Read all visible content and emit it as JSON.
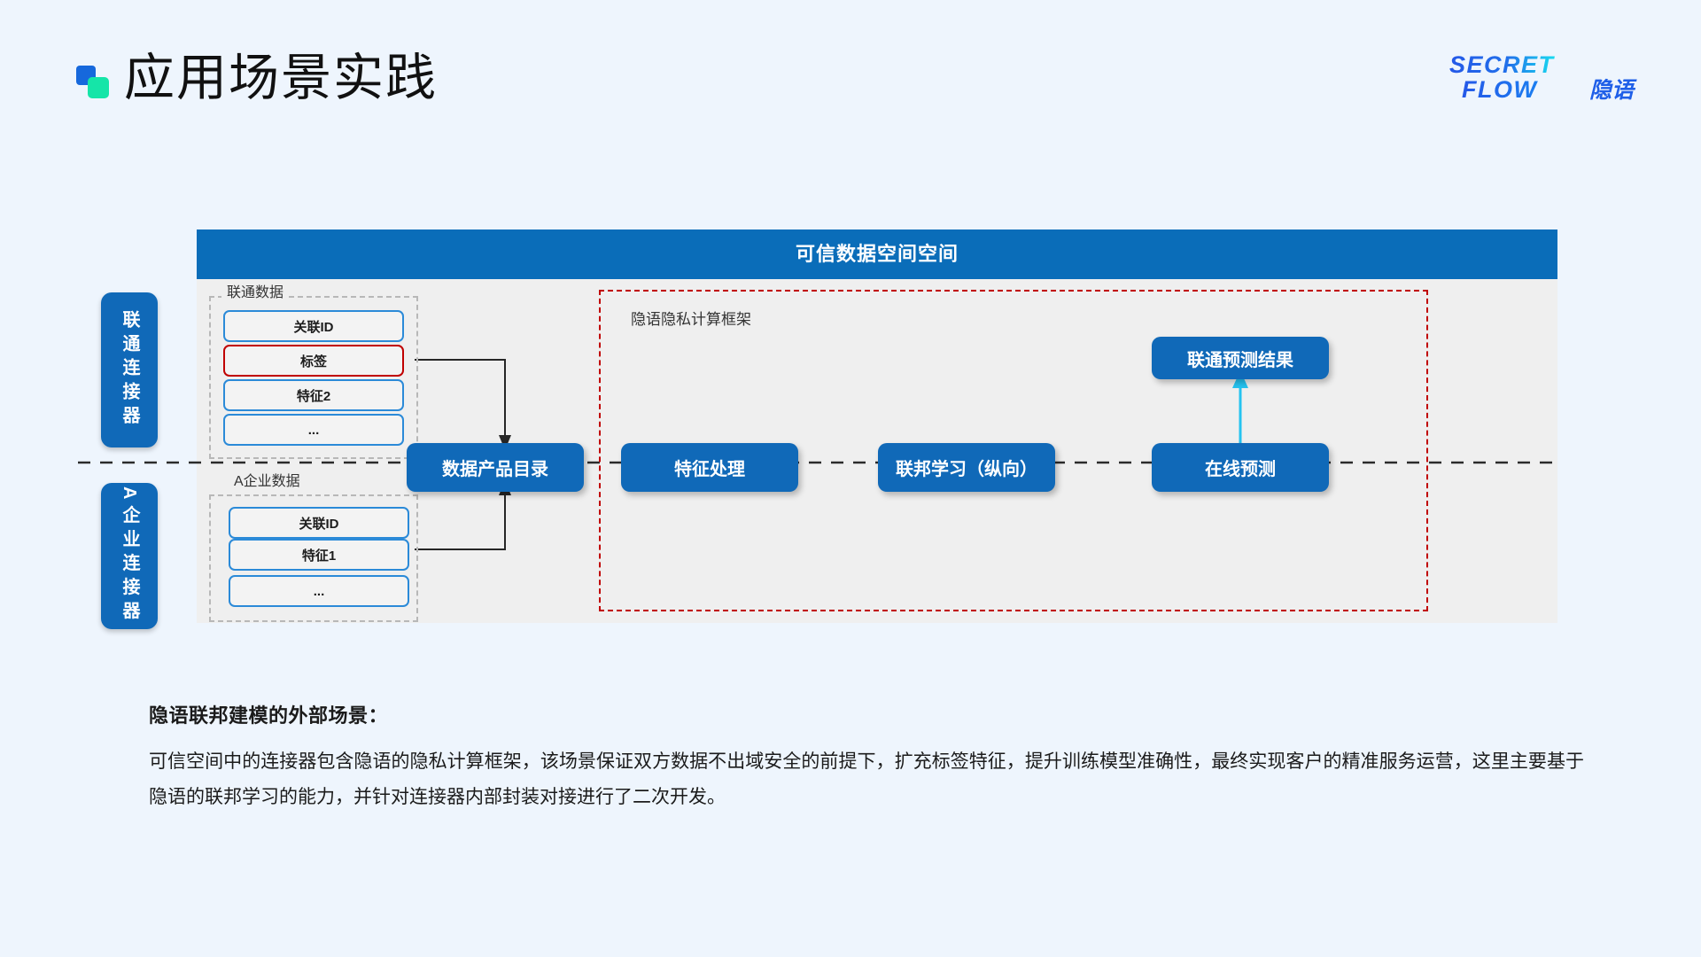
{
  "header": {
    "title": "应用场景实践",
    "logo_mark_colors": {
      "square_blue": "#1668dc",
      "square_green": "#15e5a8"
    },
    "brand": {
      "line1": "SECRET",
      "line2": "FLOW",
      "line2_cn": "隐语",
      "gradient_from": "#2458e8",
      "gradient_to": "#18dcf0"
    }
  },
  "diagram": {
    "panel_title": "可信数据空间空间",
    "panel_title_color": "#0a6db9",
    "connectors": [
      {
        "label": "联通连接器"
      },
      {
        "label": "A企业连接器"
      }
    ],
    "groups": [
      {
        "label": "联通数据",
        "fields": [
          {
            "text": "关联ID",
            "style": "normal"
          },
          {
            "text": "标签",
            "style": "alert"
          },
          {
            "text": "特征2",
            "style": "normal"
          },
          {
            "text": "...",
            "style": "normal"
          }
        ]
      },
      {
        "label": "A企业数据",
        "fields": [
          {
            "text": "关联ID",
            "style": "normal"
          },
          {
            "text": "特征1",
            "style": "normal"
          },
          {
            "text": "...",
            "style": "normal"
          }
        ]
      }
    ],
    "framework": {
      "label": "隐语隐私计算框架",
      "border_color": "#c00000"
    },
    "nodes": [
      {
        "key": "catalog",
        "label": "数据产品目录"
      },
      {
        "key": "feature",
        "label": "特征处理"
      },
      {
        "key": "federated",
        "label": "联邦学习（纵向）"
      },
      {
        "key": "online",
        "label": "在线预测"
      },
      {
        "key": "result",
        "label": "联通预测结果"
      }
    ],
    "node_color": "#1069b8",
    "accent_arrow_color": "#25c3f0"
  },
  "caption": {
    "title": "隐语联邦建模的外部场景：",
    "body": "可信空间中的连接器包含隐语的隐私计算框架，该场景保证双方数据不出域安全的前提下，扩充标签特征，提升训练模型准确性，最终实现客户的精准服务运营，这里主要基于隐语的联邦学习的能力，并针对连接器内部封装对接进行了二次开发。"
  }
}
